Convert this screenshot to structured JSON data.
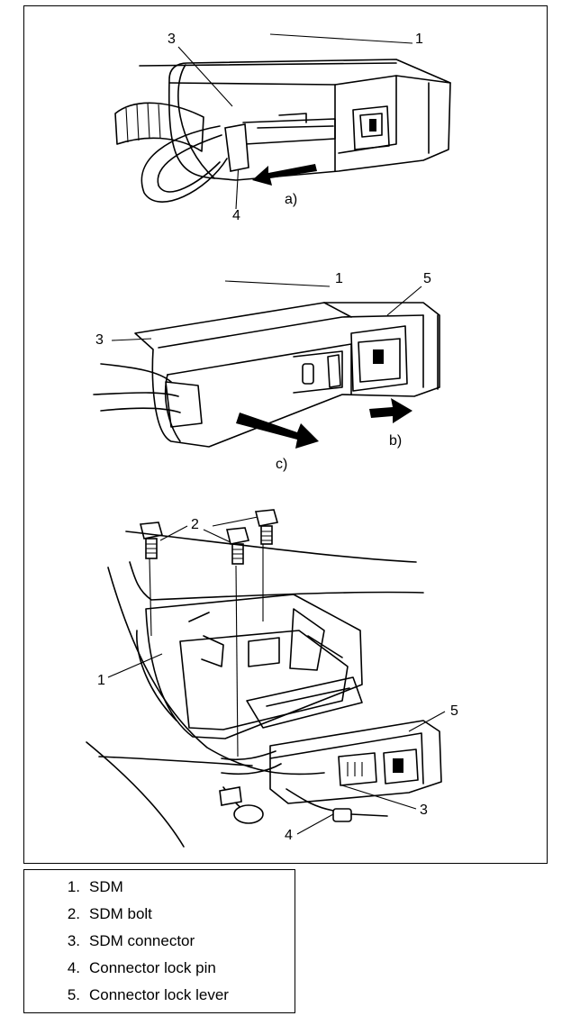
{
  "callouts": {
    "top": {
      "n1": "1",
      "n3": "3",
      "n4": "4",
      "a": "a)"
    },
    "middle": {
      "n1": "1",
      "n5": "5",
      "n3": "3",
      "b": "b)",
      "c": "c)"
    },
    "bottom": {
      "n2": "2",
      "n1": "1",
      "n5": "5",
      "n3": "3",
      "n4": "4"
    }
  },
  "legend": {
    "items": [
      {
        "num": "1.",
        "label": "SDM"
      },
      {
        "num": "2.",
        "label": "SDM bolt"
      },
      {
        "num": "3.",
        "label": "SDM connector"
      },
      {
        "num": "4.",
        "label": "Connector lock pin"
      },
      {
        "num": "5.",
        "label": "Connector lock lever"
      }
    ]
  }
}
